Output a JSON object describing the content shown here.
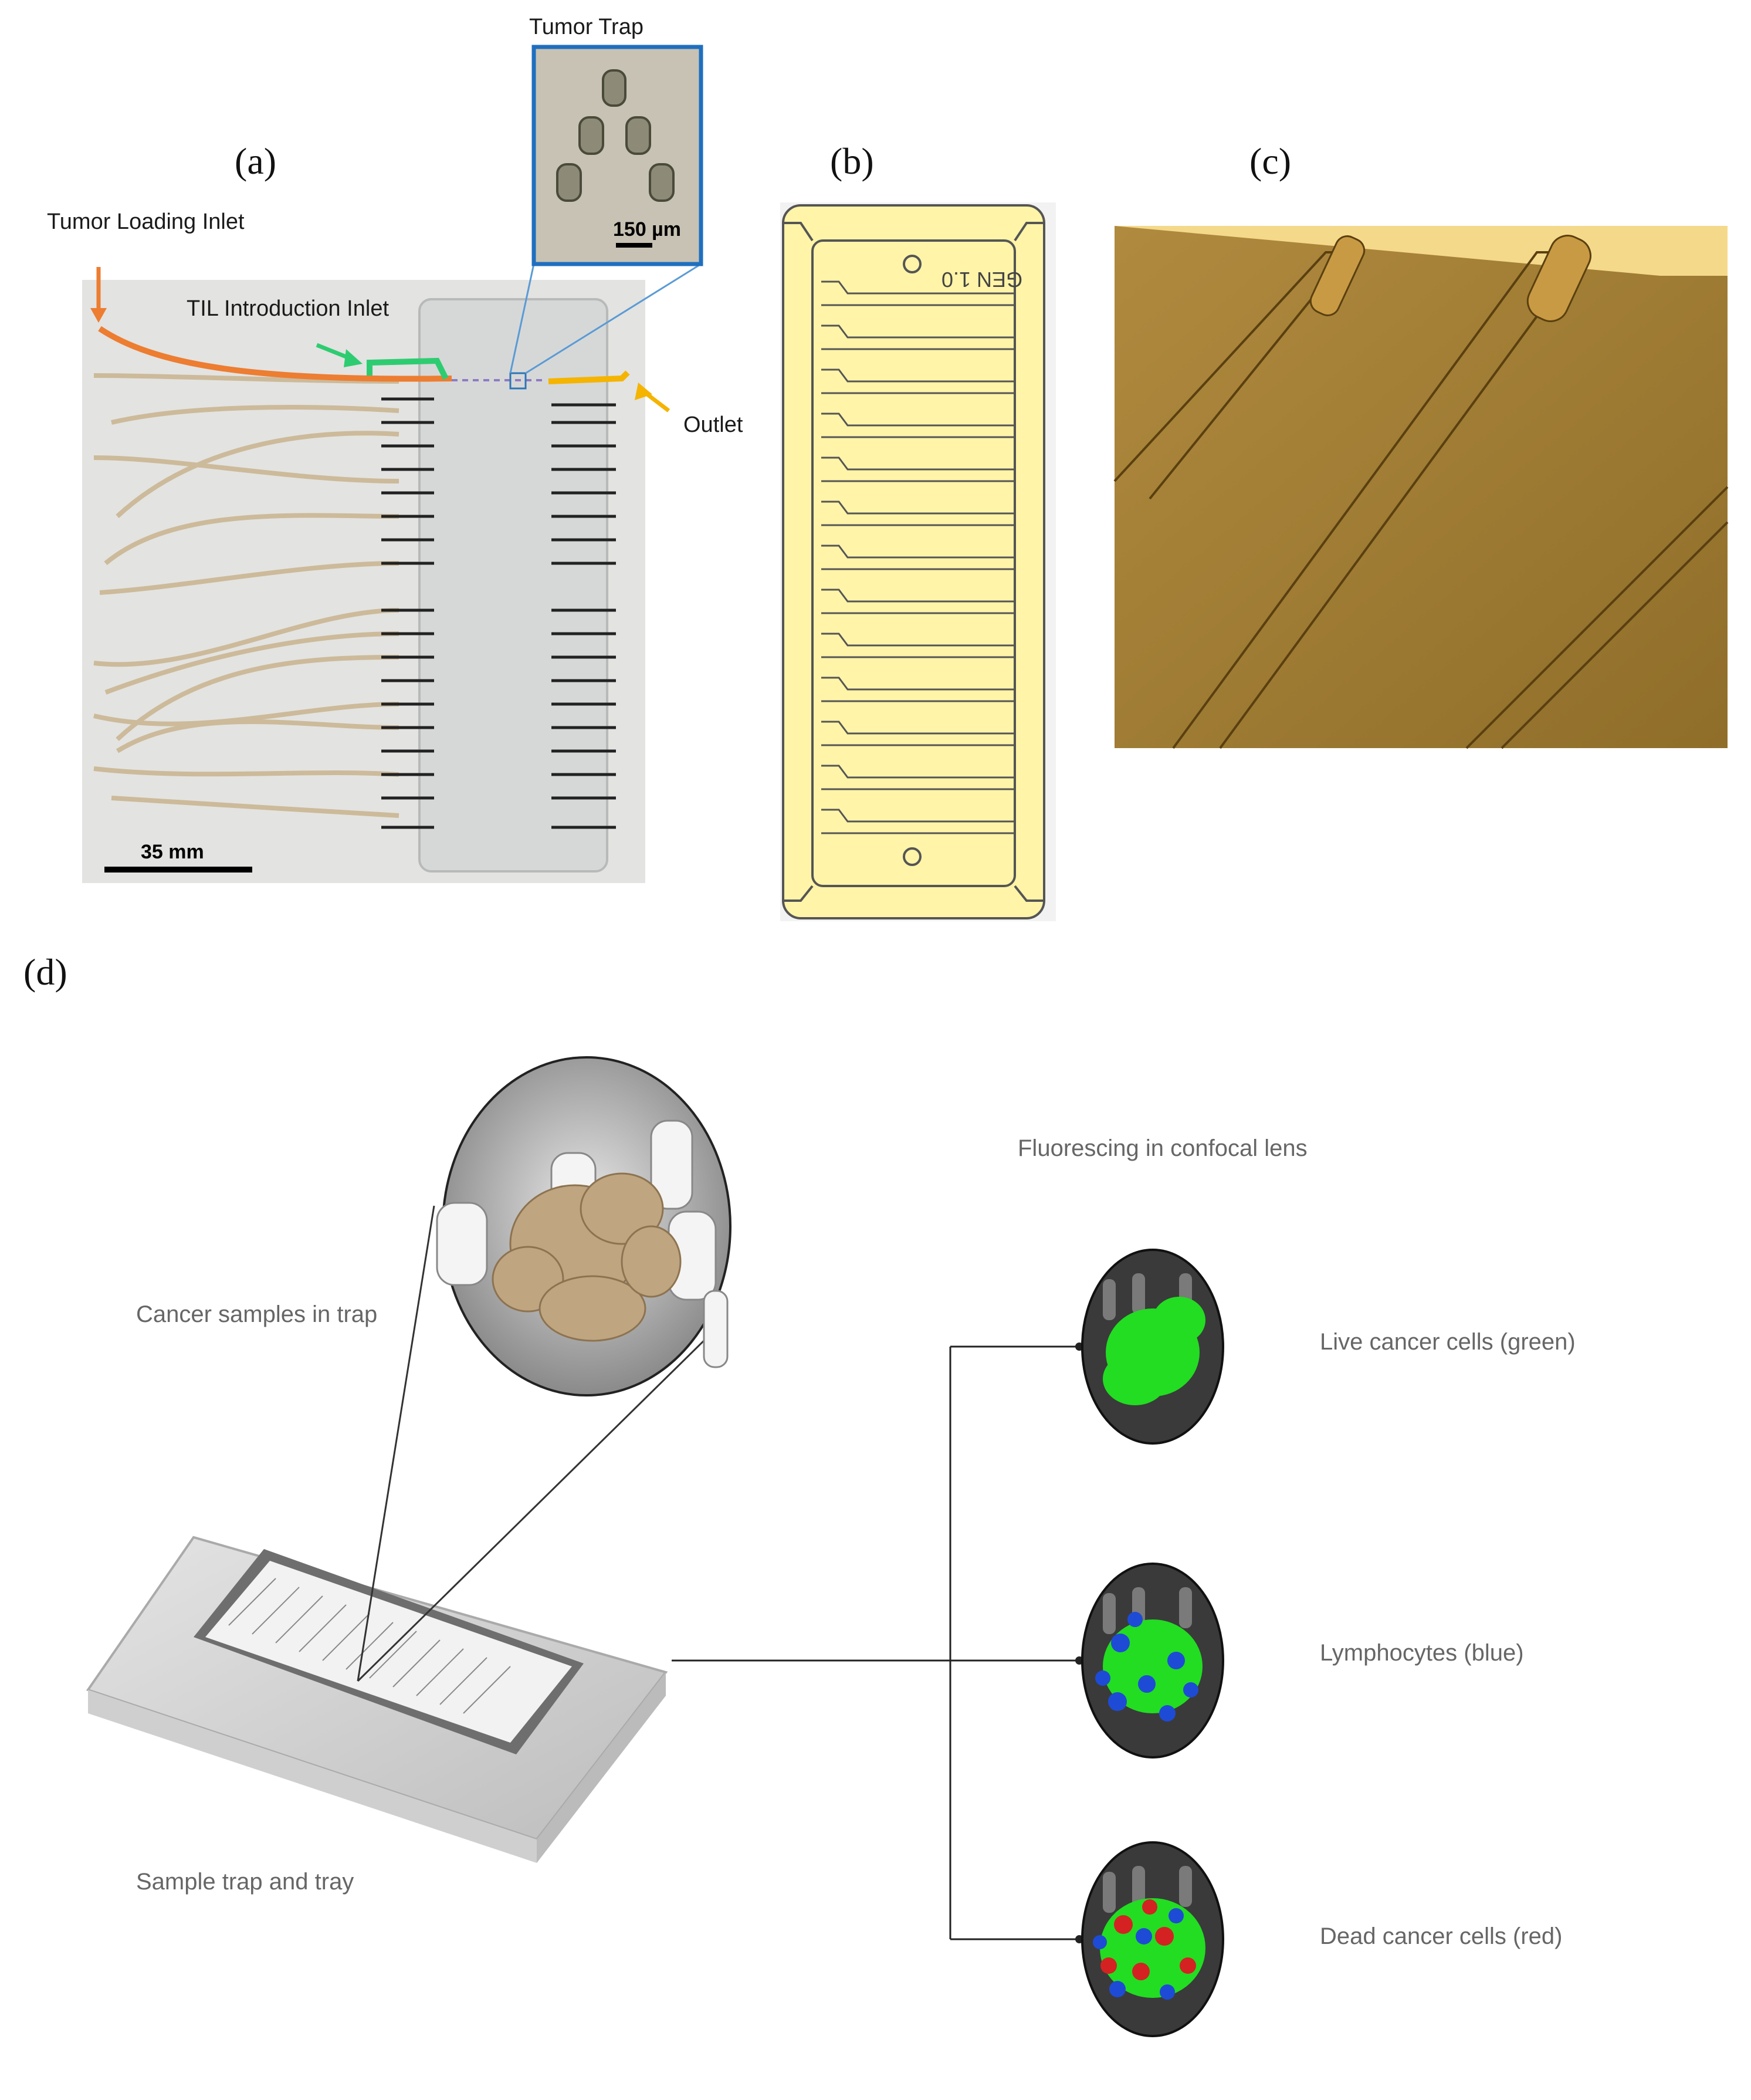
{
  "panels": {
    "a": {
      "label": "(a)",
      "tumor_loading_inlet": "Tumor Loading Inlet",
      "til_introduction_inlet": "TIL Introduction Inlet",
      "tumor_trap": "Tumor Trap",
      "outlet": "Outlet",
      "scale_small": "150 µm",
      "scale_large": "35 mm",
      "colors": {
        "tumor_loading": "#ed7d31",
        "til": "#2ecc71",
        "outlet": "#f4b400",
        "trap_box": "#2e75b6"
      }
    },
    "b": {
      "label": "(b)",
      "chip_marking": "GEN 1.0",
      "colors": {
        "chip_fill": "#fff4a8",
        "chip_line": "#555555"
      }
    },
    "c": {
      "label": "(c)",
      "colors": {
        "surface": "#a6823a",
        "surface_top": "#f5d98a"
      }
    },
    "d": {
      "label": "(d)",
      "cancer_samples": "Cancer samples in trap",
      "sample_trap": "Sample trap and tray",
      "fluorescing": "Fluorescing in confocal lens",
      "live_cells": "Live cancer cells (green)",
      "lymphocytes": "Lymphocytes (blue)",
      "dead_cells": "Dead cancer cells (red)",
      "colors": {
        "live": "#22dd22",
        "lymph": "#1e4bd6",
        "dead": "#d42222"
      }
    }
  }
}
